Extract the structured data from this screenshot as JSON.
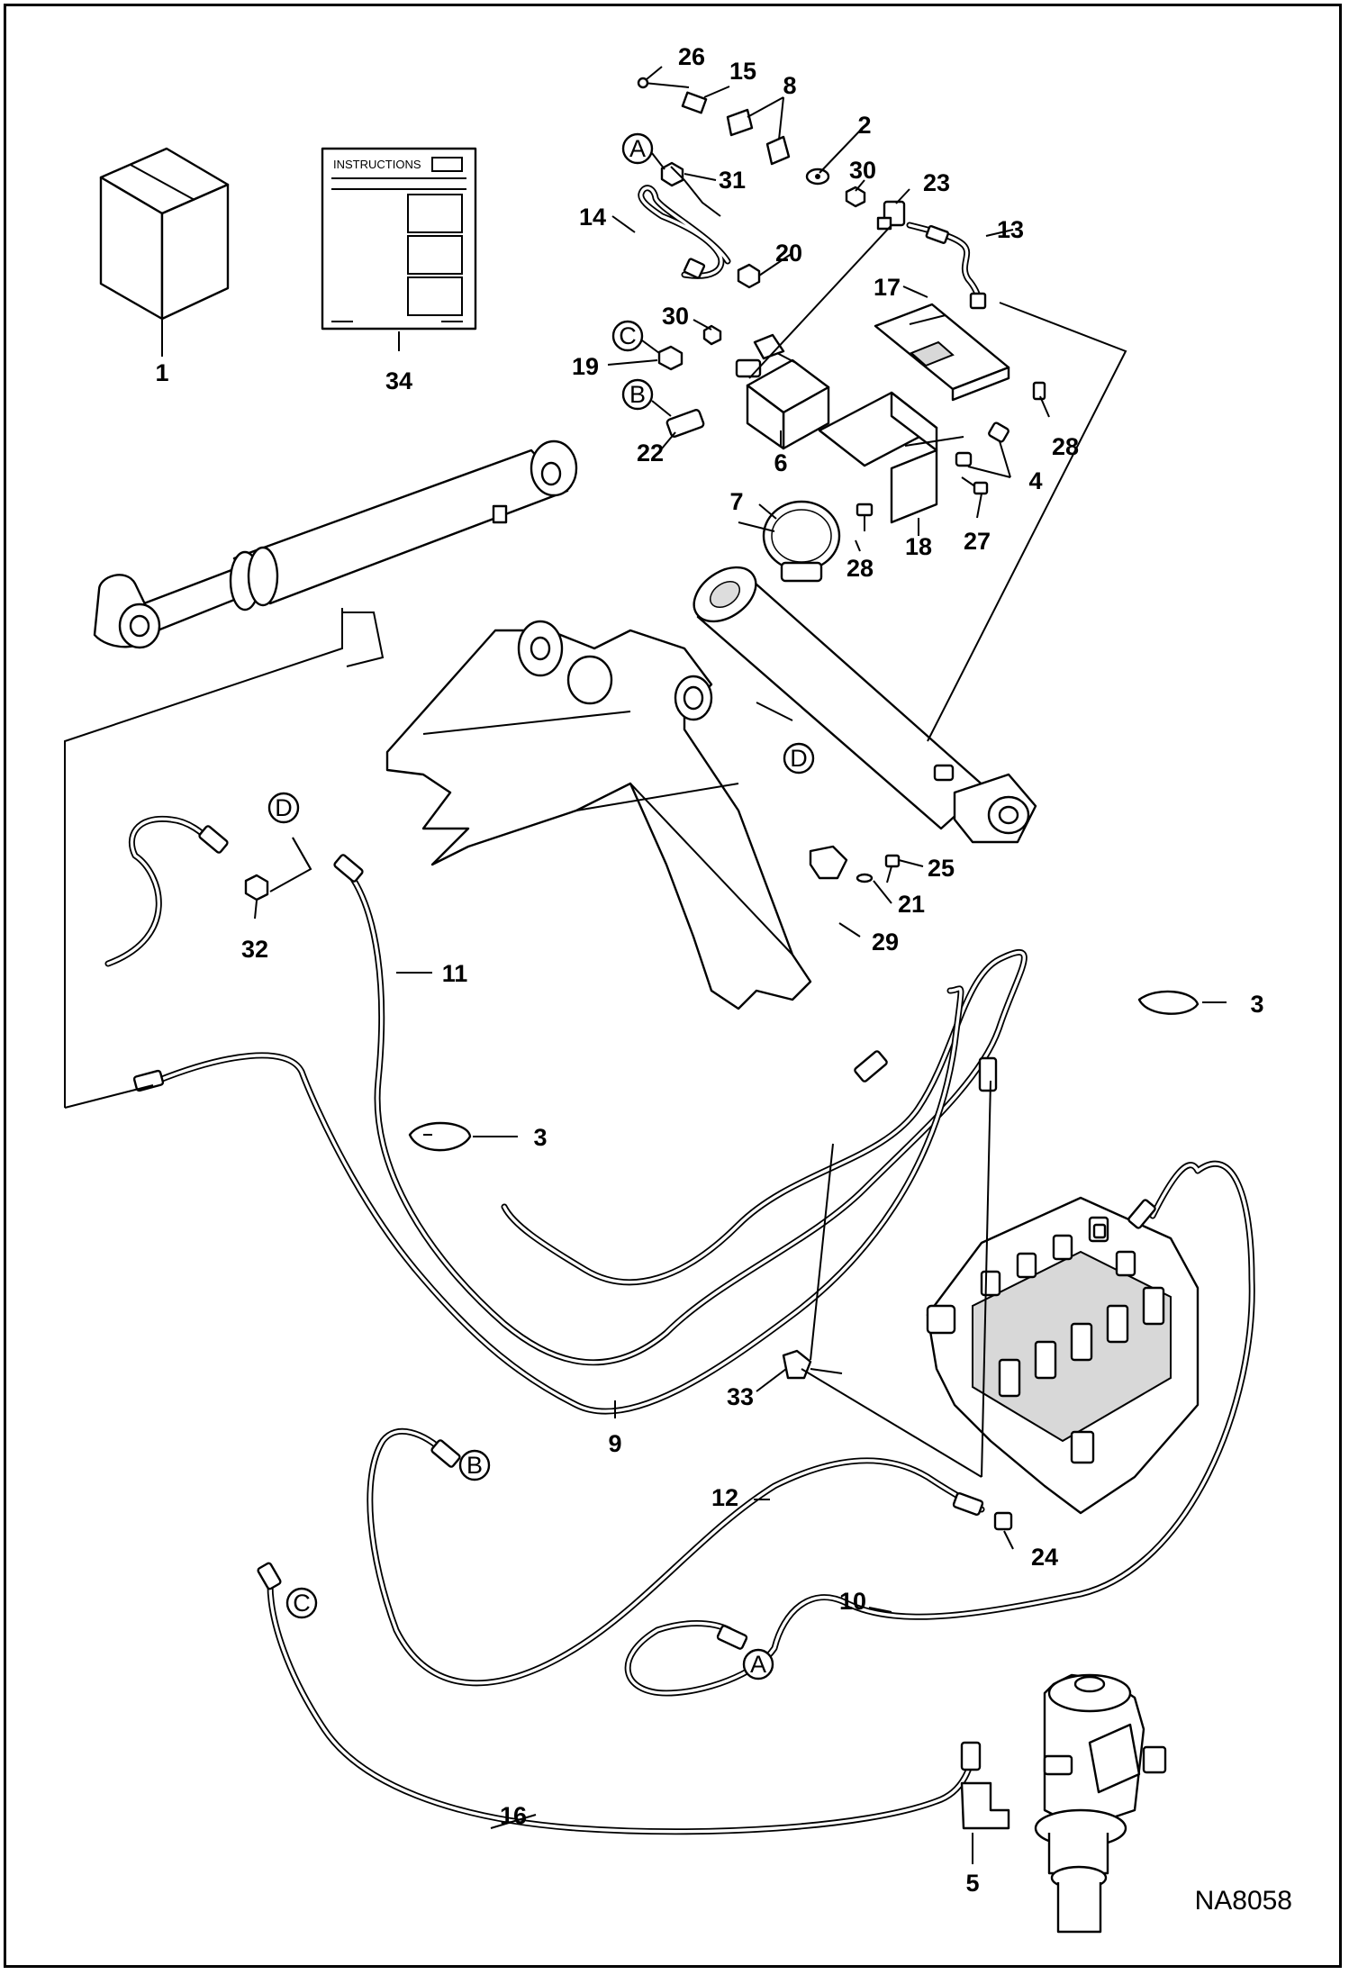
{
  "diagram": {
    "reference_code": "NA8058",
    "instructions_title": "INSTRUCTIONS",
    "part_numbers": [
      "1",
      "34",
      "26",
      "15",
      "8",
      "2",
      "31",
      "30",
      "23",
      "14",
      "20",
      "13",
      "17",
      "30",
      "19",
      "28",
      "22",
      "6",
      "4",
      "7",
      "18",
      "27",
      "28",
      "25",
      "21",
      "29",
      "32",
      "11",
      "3",
      "3",
      "9",
      "33",
      "12",
      "24",
      "10",
      "16",
      "5"
    ],
    "connection_letters": [
      "A",
      "C",
      "B",
      "D",
      "D",
      "B",
      "A",
      "C"
    ]
  }
}
